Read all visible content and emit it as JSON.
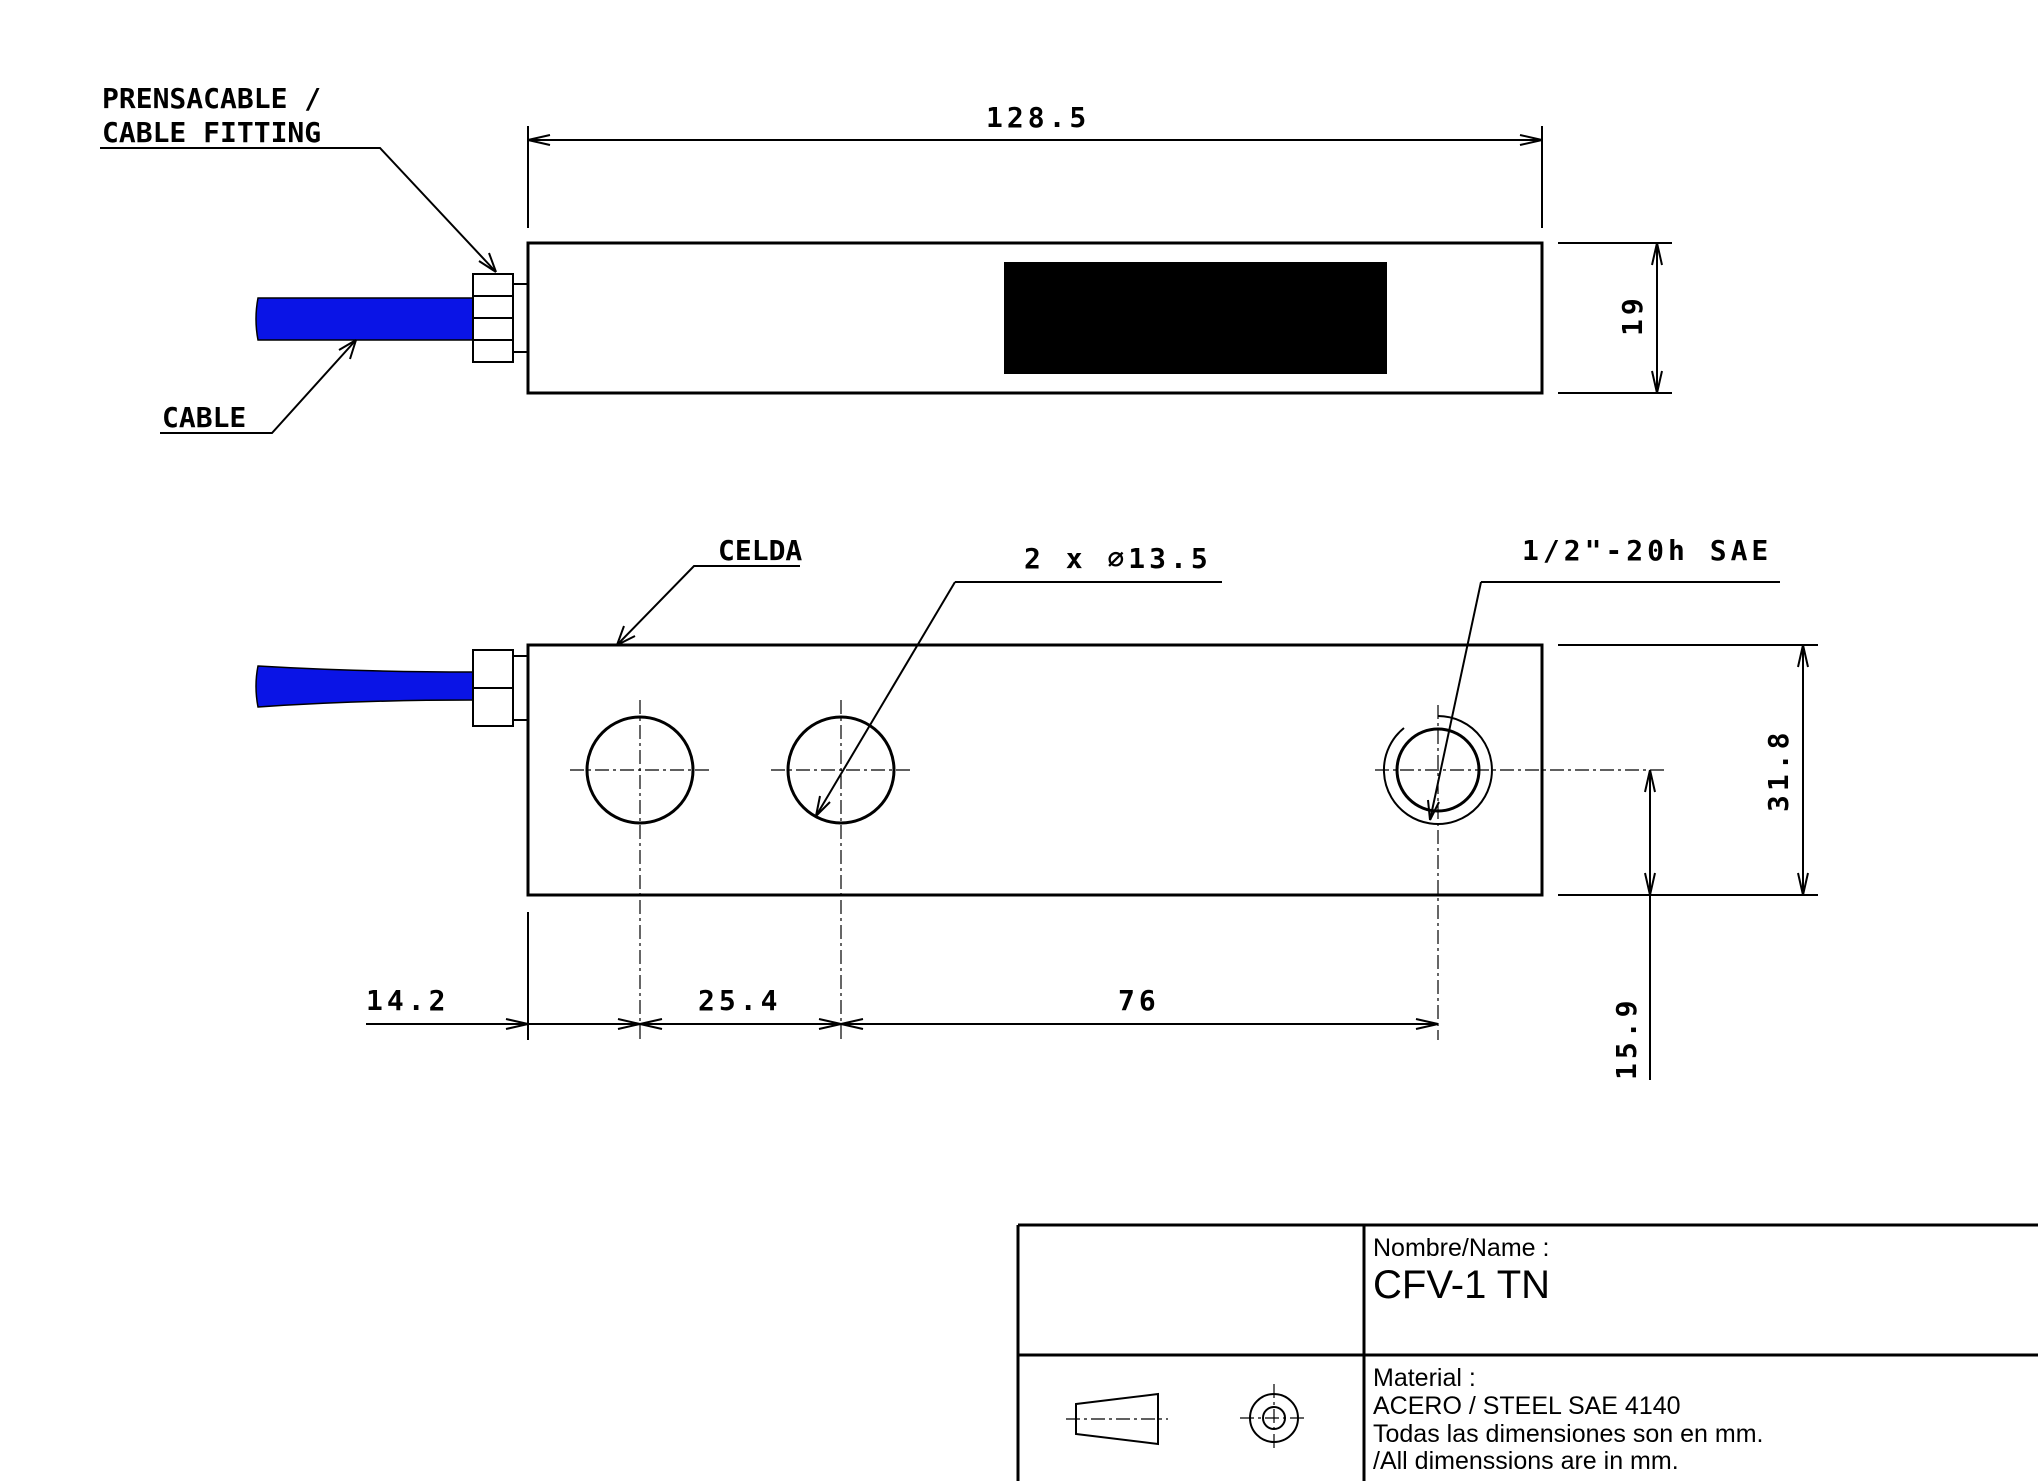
{
  "labels": {
    "cable_fitting_line1": "PRENSACABLE /",
    "cable_fitting_line2": "CABLE FITTING",
    "cable": "CABLE",
    "cell": "CELDA",
    "holes": "2 x ∅13.5",
    "thread": "1/2\"-20h SAE"
  },
  "dimensions": {
    "length": "128.5",
    "height_side": "19",
    "height_top": "31.8",
    "offset_first_hole": "14.2",
    "hole_spacing": "25.4",
    "load_hole_distance": "76",
    "load_hole_center": "15.9"
  },
  "title_block": {
    "name_label": "Nombre/Name :",
    "name_value": "CFV-1 TN",
    "material_label": "Material :",
    "material_line1": "ACERO / STEEL SAE 4140",
    "material_line2": "Todas las dimensiones son en mm.",
    "material_line3": "/All dimenssions are in mm."
  },
  "colors": {
    "cable": "#0a14e6",
    "label_plate": "#000000"
  },
  "icons": [
    "projection-cone-icon",
    "projection-circle-icon"
  ]
}
